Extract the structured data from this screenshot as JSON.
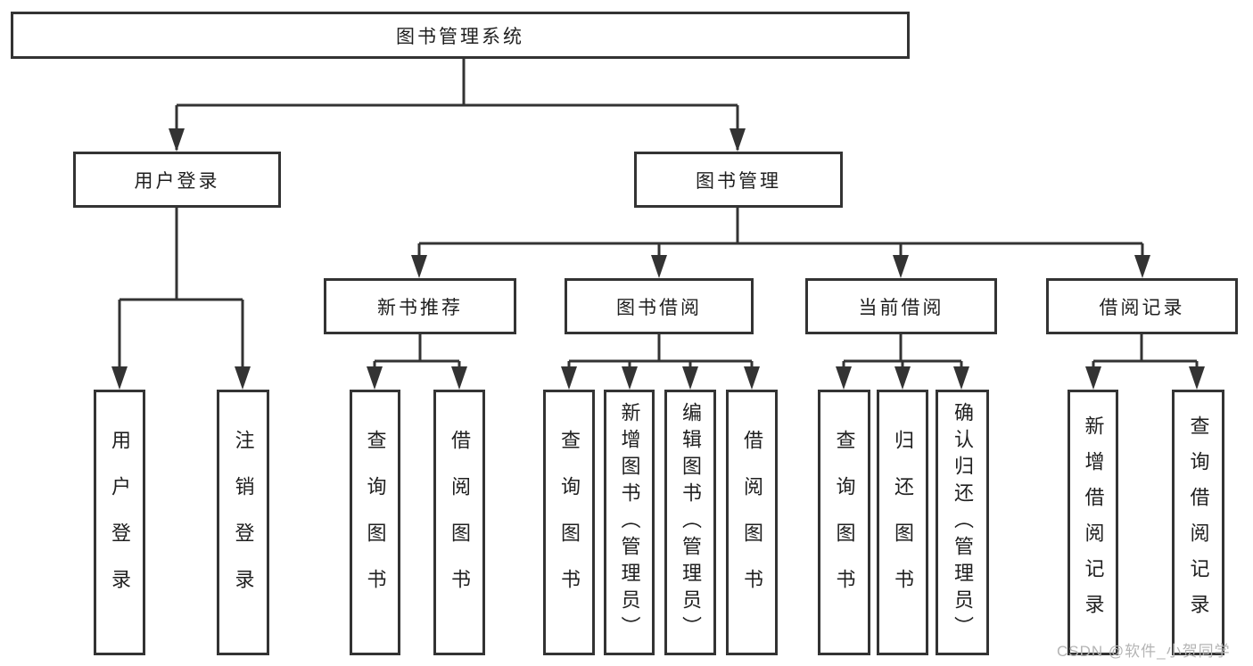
{
  "root": {
    "label": "图书管理系统"
  },
  "level2": [
    {
      "label": "用户登录"
    },
    {
      "label": "图书管理"
    }
  ],
  "level3": [
    {
      "label": "新书推荐"
    },
    {
      "label": "图书借阅"
    },
    {
      "label": "当前借阅"
    },
    {
      "label": "借阅记录"
    }
  ],
  "leaves": {
    "user_login": [
      {
        "label": "用户登录"
      },
      {
        "label": "注销登录"
      }
    ],
    "new_book": [
      {
        "label": "查询图书"
      },
      {
        "label": "借阅图书"
      }
    ],
    "book_borrow": [
      {
        "label": "查询图书"
      },
      {
        "label": "新增图书（管理员）"
      },
      {
        "label": "编辑图书（管理员）"
      },
      {
        "label": "借阅图书"
      }
    ],
    "current_borrow": [
      {
        "label": "查询图书"
      },
      {
        "label": "归还图书"
      },
      {
        "label": "确认归还（管理员）"
      }
    ],
    "borrow_records": [
      {
        "label": "新增借阅记录"
      },
      {
        "label": "查询借阅记录"
      }
    ]
  },
  "watermark": {
    "text": "CSDN @软件_小贺同学"
  },
  "colors": {
    "line": "#333333",
    "box_fill": "#ffffff",
    "text": "#1f1f1f",
    "watermark": "#b4b4b4"
  }
}
